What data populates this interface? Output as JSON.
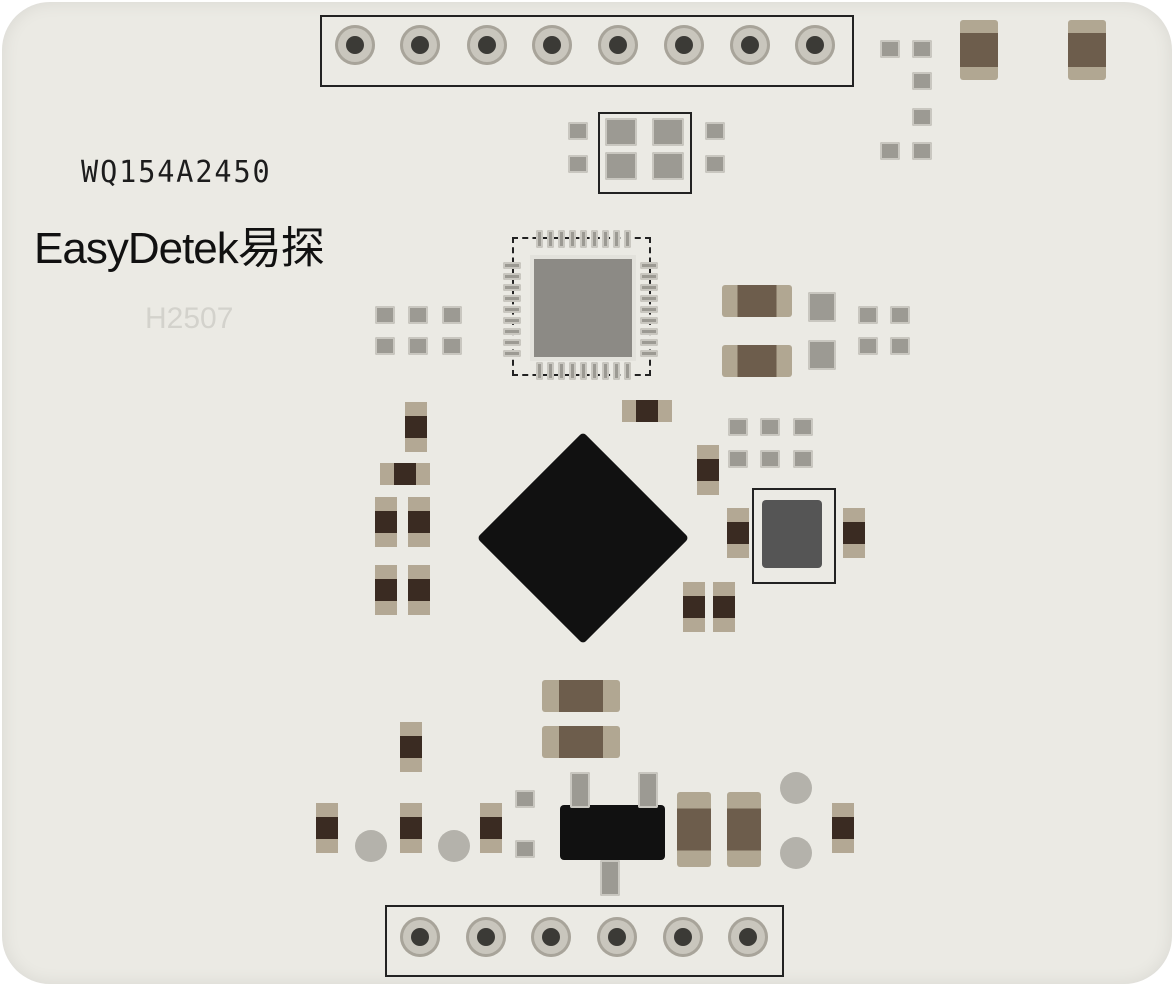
{
  "board": {
    "part_number": "WQ154A2450",
    "brand": "EasyDetek易探",
    "revision": "H2507"
  },
  "colors": {
    "board": "#ebeae4",
    "silkscreen": "#222222",
    "ic": "#111111",
    "pad": "#9c9a93"
  }
}
